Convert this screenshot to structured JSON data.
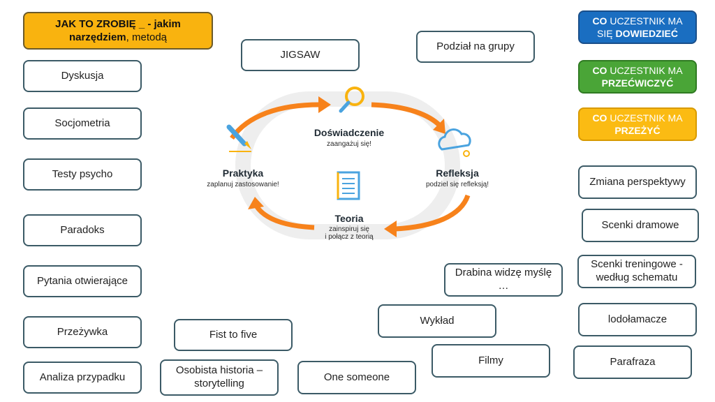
{
  "header_main": {
    "bold_text": "JAK TO ZROBIĘ _ - jakim narzędziem",
    "plain_text": ", metodą"
  },
  "goals": [
    {
      "prefix": "CO",
      "mid": " UCZESTNIK MA SIĘ ",
      "emph": "DOWIEDZIEĆ",
      "color": "#1a6ec1"
    },
    {
      "prefix": "CO",
      "mid": " UCZESTNIK MA ",
      "emph": "PRZEĆWICZYĆ",
      "color": "#4aa537"
    },
    {
      "prefix": "CO",
      "mid": " UCZESTNIK MA ",
      "emph": "PRZEŻYĆ",
      "color": "#fbbb13"
    }
  ],
  "cycle": {
    "stages": [
      {
        "title": "Doświadczenie",
        "sub": "zaangażuj się!"
      },
      {
        "title": "Refleksja",
        "sub": "podziel się refleksją!"
      },
      {
        "title": "Teoria",
        "sub1": "zainspiruj się",
        "sub2": "i połącz z teorią"
      },
      {
        "title": "Praktyka",
        "sub": "zaplanuj zastosowanie!"
      }
    ],
    "arrow_color": "#f7821b"
  },
  "methods": {
    "dyskusja": "Dyskusja",
    "socjometria": "Socjometria",
    "testy": "Testy psycho",
    "paradoks": "Paradoks",
    "pytania": "Pytania otwierające",
    "przezywka": "Przeżywka",
    "analiza": "Analiza przypadku",
    "jigsaw": "JIGSAW",
    "podzial": "Podział na grupy",
    "fist": "Fist to five",
    "osobista": "Osobista historia – storytelling",
    "one": "One someone",
    "wyklad": "Wykład",
    "filmy": "Filmy",
    "drabina": "Drabina widzę myślę …",
    "zmiana": "Zmiana perspektywy",
    "scenki_dram": "Scenki dramowe",
    "scenki_tren": "Scenki treningowe - według schematu",
    "lodolamacze": "lodołamacze",
    "parafraza": "Parafraza"
  }
}
